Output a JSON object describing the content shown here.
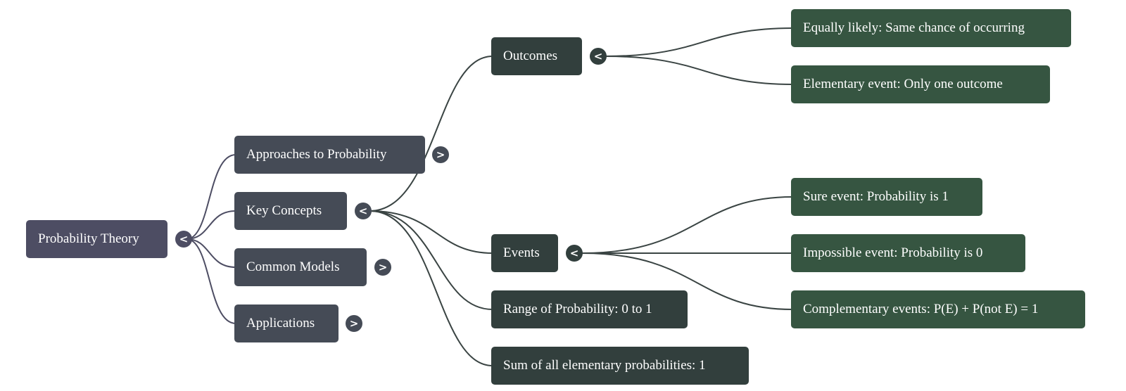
{
  "mindmap": {
    "root": {
      "label": "Probability Theory",
      "toggle": "<"
    },
    "branches": {
      "approaches": {
        "label": "Approaches to Probability",
        "toggle": ">"
      },
      "key_concepts": {
        "label": "Key Concepts",
        "toggle": "<"
      },
      "common_models": {
        "label": "Common Models",
        "toggle": ">"
      },
      "applications": {
        "label": "Applications",
        "toggle": ">"
      }
    },
    "key_concepts_children": {
      "outcomes": {
        "label": "Outcomes",
        "toggle": "<"
      },
      "events": {
        "label": "Events",
        "toggle": "<"
      },
      "range": {
        "label": "Range of Probability: 0 to 1"
      },
      "sum": {
        "label": "Sum of all elementary probabilities: 1"
      }
    },
    "outcomes_children": [
      {
        "label": "Equally likely: Same chance of occurring"
      },
      {
        "label": "Elementary event: Only one outcome"
      }
    ],
    "events_children": [
      {
        "label": "Sure event: Probability is 1"
      },
      {
        "label": "Impossible event: Probability is 0"
      },
      {
        "label": "Complementary events: P(E) + P(not E) = 1"
      }
    ]
  },
  "colors": {
    "root": "#4d4d63",
    "branch": "#454b56",
    "concept": "#323f3d",
    "leaf": "#365541",
    "link_root": "#4d4d63",
    "link_concept": "#3a4443"
  }
}
